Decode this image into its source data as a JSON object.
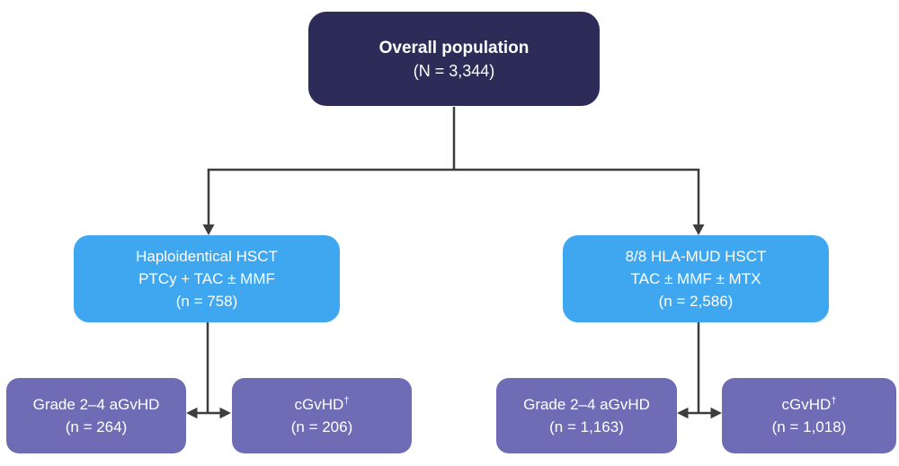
{
  "colors": {
    "root_box": "#2d2c59",
    "branch_box": "#3ea7f0",
    "leaf_box": "#6f6cb6",
    "line": "#3d3d3d",
    "text": "#ffffff",
    "background": "#ffffff"
  },
  "root": {
    "title": "Overall population",
    "subtitle": "(N = 3,344)"
  },
  "branches": [
    {
      "line1": "Haploidentical HSCT",
      "line2": "PTCy + TAC ± MMF",
      "line3": "(n = 758)",
      "leaves": [
        {
          "label": "Grade 2–4 aGvHD",
          "sup": "",
          "n": "(n = 264)"
        },
        {
          "label": "cGvHD",
          "sup": "†",
          "n": "(n = 206)"
        }
      ]
    },
    {
      "line1": "8/8 HLA-MUD HSCT",
      "line2": "TAC ± MMF ± MTX",
      "line3": "(n = 2,586)",
      "leaves": [
        {
          "label": "Grade 2–4 aGvHD",
          "sup": "",
          "n": "(n = 1,163)"
        },
        {
          "label": "cGvHD",
          "sup": "†",
          "n": "(n = 1,018)"
        }
      ]
    }
  ]
}
